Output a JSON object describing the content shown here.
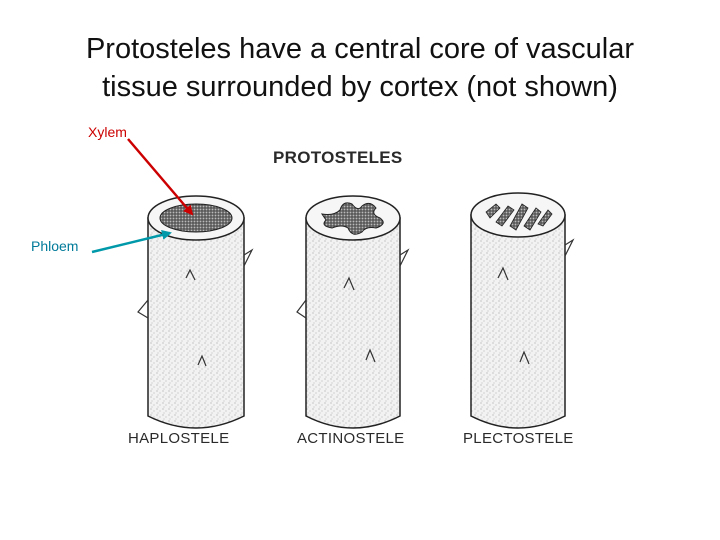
{
  "title": {
    "line1": "Protosteles have a central core of vascular",
    "line2": "tissue surrounded by cortex (not shown)"
  },
  "labels": {
    "xylem": "Xylem",
    "phloem": "Phloem"
  },
  "figure": {
    "heading": "PROTOSTELES",
    "steles": [
      {
        "name": "HAPLOSTELE",
        "xylem_shape": "solid-round-core"
      },
      {
        "name": "ACTINOSTELE",
        "xylem_shape": "star-lobed-core"
      },
      {
        "name": "PLECTOSTELE",
        "xylem_shape": "separate-plates"
      }
    ]
  },
  "colors": {
    "xylem_arrow": "#cc0000",
    "phloem_arrow": "#0099aa",
    "xylem_label": "#cc0000",
    "phloem_label": "#007a99"
  }
}
